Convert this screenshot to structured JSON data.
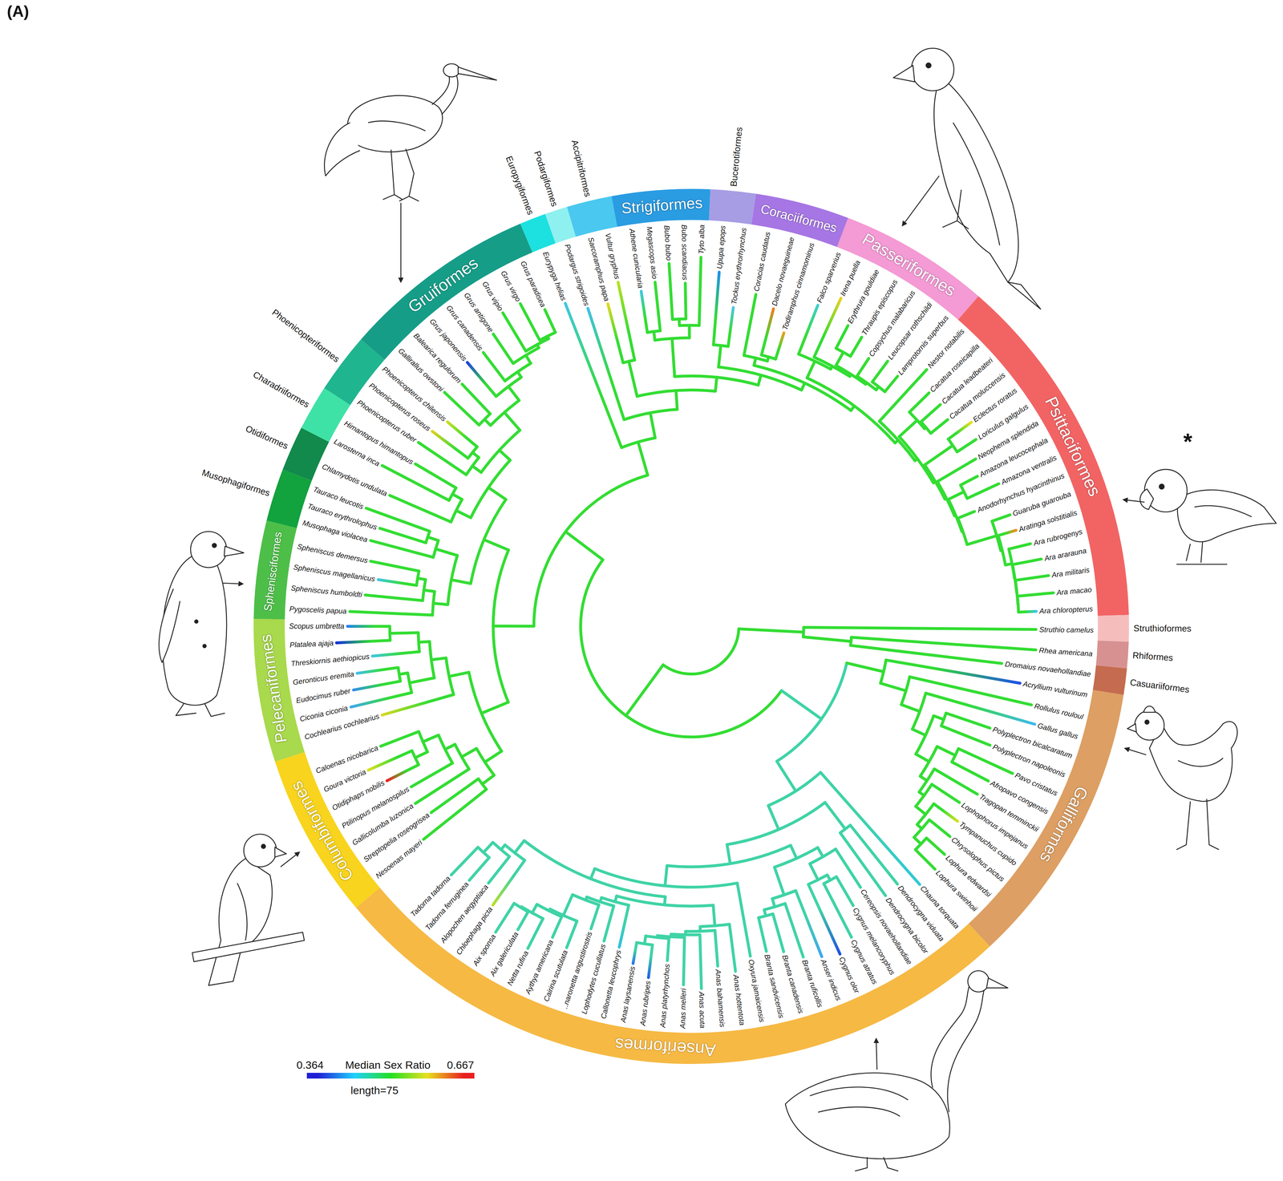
{
  "diagram": {
    "nodes": [
      {
        "text": [
          "Gruiformes"
        ]
      },
      {
        "text": [
          "Europygiformes"
        ]
      },
      {
        "text": [
          "Podargiformes"
        ]
      },
      {
        "text": [
          "Accipitriformes"
        ]
      },
      {
        "text": [
          "Strigiformes"
        ]
      },
      {
        "text": [
          "Bucerotiformes"
        ]
      },
      {
        "text": [
          "Coraciiformes"
        ]
      },
      {
        "text": [
          "Passeriformes"
        ]
      },
      {
        "text": [
          "Psittaciformes"
        ]
      },
      {
        "text": [
          "Struthioformes"
        ]
      },
      {
        "text": [
          "Rhiformes"
        ]
      },
      {
        "text": [
          "Casuariiformes"
        ]
      },
      {
        "text": [
          "Galliformes"
        ]
      },
      {
        "text": [
          "Anseriformes"
        ]
      },
      {
        "text": [
          "Columbiformes"
        ]
      },
      {
        "text": [
          "Pelecaniformes"
        ]
      },
      {
        "text": [
          "Sphenisciformes"
        ]
      },
      {
        "text": [
          "Musophagiformes"
        ]
      },
      {
        "text": [
          "Otidiformes"
        ]
      },
      {
        "text": [
          "Charadriiformes"
        ]
      },
      {
        "text": [
          "Phoenicopteriformes"
        ]
      }
    ],
    "labels": [
      "(A)",
      "Struthio camelus",
      "Rhea americana",
      "Dromaius novaehollandiae",
      "Acryllium vulturinum",
      "Rollulus rouloul",
      "Gallus gallus",
      "Polyplectron bicalcaratum",
      "Polyplectron napoleonis",
      "Pavo cristatus",
      "Afropavo congensis",
      "Tragopan temminckii",
      "Lophophorus impejanus",
      "Tympanuchus cupido",
      "Chrysolophus pictus",
      "Lophura edwardsi",
      "Lophura swinhoii",
      "Chauna torquata",
      "Dendrocygna viduata",
      "Dendrocygna bicolor",
      "Cereopsis novaehollandiae",
      "Cygnus melancoryphus",
      "Cygnus atratus",
      "Cygnus olor",
      "Anser indicus",
      "Branta ruficollis",
      "Branta canadensis",
      "Branta sandvicensis",
      "Oxyura jamaicensis",
      "Anas hottentota",
      "Anas bahamensis",
      "Anas acuta",
      "Anas melleri",
      "Anas platyrhynchos",
      "Anas rubripes",
      "Anas laysanensis",
      "Callonetta leucophrys",
      "Lophodytes cucullatus",
      "..naronetta angustirostris",
      "Cairina scutulata",
      "Aythya americana",
      "Netta rufina",
      "Aix galericulata",
      "Aix sponsa",
      "Chloephaga picta",
      "Alopochen aegyptiaca",
      "Tadorna ferruginea",
      "Tadorna tadorna",
      "Nesoenas mayeri",
      "Streptopelia roseogrisea",
      "Gallicolumba luzonica",
      "Ptilinopus melanospilus",
      "Otidiphaps nobilis",
      "Goura victoria",
      "Caloenas nicobarica",
      "Cochlearius cochlearius",
      "Ciconia ciconia",
      "Eudocimus ruber",
      "Geronticus eremita",
      "Threskiornis aethiopicus",
      "Platalea ajaja",
      "Scopus umbretta",
      "Pygoscelis papua",
      "Spheniscus humboldti",
      "Spheniscus magellanicus",
      "Spheniscus demersus",
      "Musophaga violacea",
      "Tauraco erythrolophus",
      "Tauraco leucotis",
      "Chlamydotis undulata",
      "Larosterna inca",
      "Himantopus himantopus",
      "Phoenicopterus ruber",
      "Phoenicopterus roseus",
      "Phoenicopterus chilensis",
      "Gallirallus owstoni",
      "Balearica regulorum",
      "Grus japonensis",
      "Grus canadensis",
      "Grus antigone",
      "Grus vipio",
      "Grus virgo",
      "Grus paradisea",
      "Eurypyga helias",
      "Podargus strigoides",
      "Sarcoramphus papa",
      "Vultur gryphus",
      "Athene cunicularia",
      "Megascops asio",
      "Bubo bubo",
      "Bubo scandiacus",
      "Tyto alba",
      "Upupa epops",
      "Tockus erythrorhynchus",
      "Coracias caudatus",
      "Dacelo novaeguineae",
      "Todiramphus cinnamominus",
      "Falco sparverius",
      "Irena puella",
      "Erythrura gouldiae",
      "Thraupis episcopus",
      "Copsychus malabaricus",
      "Leucopsar rothschildi",
      "Lamprotornis superbus",
      "Nestor notabilis",
      "Cacatua roseicapilla",
      "Cacatua leadbeateri",
      "Cacatua moluccensis",
      "Eclectus roratus",
      "Loriculus galgulus",
      "Neophema splendida",
      "Amazona leucocephala",
      "Amazona ventralis",
      "Anodorhynchus hyacinthinus",
      "Guaruba guarouba",
      "Aratinga solstitialis",
      "Ara rubrogenys",
      "Ara ararauna",
      "Ara militaris",
      "Ara macao",
      "Ara chloropterus",
      "*",
      "Median Sex Ratio",
      "length=75"
    ],
    "legend": [
      {
        "text": "0.364",
        "color": "#1f1fd6"
      },
      {
        "text": "0.667",
        "color": "#e82020"
      }
    ]
  }
}
